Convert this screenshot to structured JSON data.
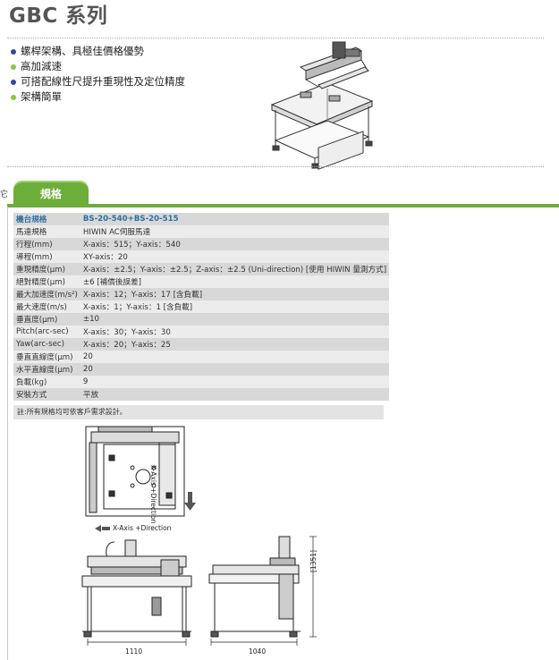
{
  "header": {
    "title": "GBC 系列"
  },
  "features": [
    {
      "text": "螺桿架構、具極佳價格優勢",
      "color": "#2e4a9e"
    },
    {
      "text": "高加減速",
      "color": "#8cc63f"
    },
    {
      "text": "可搭配線性尺提升重現性及定位精度",
      "color": "#2e4a9e"
    },
    {
      "text": "架構簡單",
      "color": "#8cc63f"
    }
  ],
  "tab": {
    "label": "規格"
  },
  "edge_text": "它",
  "spec": {
    "rows": [
      {
        "key": "機台規格",
        "value": "BS-20-540+BS-20-515"
      },
      {
        "key": "馬達規格",
        "value": "HIWIN AC伺服馬達"
      },
      {
        "key": "行程(mm)",
        "value": "X-axis：515；Y-axis：540"
      },
      {
        "key": "導程(mm)",
        "value": "XY-axis：20"
      },
      {
        "key": "重現精度(μm)",
        "value": "X-axis：±2.5；Y-axis：±2.5；Z-axis：±2.5 (Uni-direction) [使用 HIWIN 量測方式]"
      },
      {
        "key": "絕對精度(μm)",
        "value": "±6 [補償後誤差]"
      },
      {
        "key": "最大加速度(m/s²)",
        "value": "X-axis：12；Y-axis：17 [含負載]"
      },
      {
        "key": "最大速度(m/s)",
        "value": "X-axis：1；Y-axis：1 [含負載]"
      },
      {
        "key": "垂直度(μm)",
        "value": "±10"
      },
      {
        "key": "Pitch(arc-sec)",
        "value": "X-axis：30；Y-axis：30"
      },
      {
        "key": "Yaw(arc-sec)",
        "value": "X-axis：20；Y-axis：25"
      },
      {
        "key": "垂直直線度(μm)",
        "value": "20"
      },
      {
        "key": "水平直線度(μm)",
        "value": "20"
      },
      {
        "key": "負載(kg)",
        "value": "9"
      },
      {
        "key": "安裝方式",
        "value": "平放"
      }
    ],
    "note": "註:所有規格均可依客戶需求設計。"
  },
  "drawings": {
    "top_view_label": "X-Axis +Direction",
    "front_view_label": "X-Axis +Direction",
    "front_width": "1110",
    "side_width": "1040",
    "side_height": "[1351]"
  }
}
